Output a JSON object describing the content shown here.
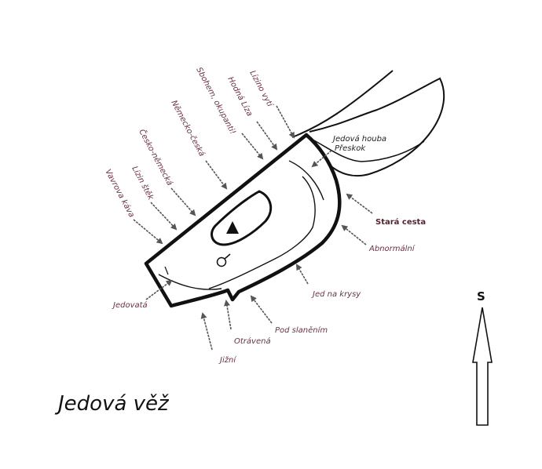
{
  "title": "Jedová věž",
  "north_label": "S",
  "routes": {
    "lizino_vyti": "Lízino vytí",
    "hodna_liza": "Hodná Líza",
    "sbohem_okupanti": "Sbohem, okupanti!",
    "nemecko_ceska": "Německo-česká",
    "cesko_nemecka": "Česko-německá",
    "lizin_stek": "Lízin štěk",
    "vavrova_kava": "Vavrova káva",
    "jedova_houba": "Jedová houba",
    "preskok": "Přeskok",
    "stara_cesta": "Stará cesta",
    "abnormalni": "Abnormální",
    "jed_na_krysy": "Jed na krysy",
    "pod_slanenim": "Pod slaněním",
    "otravena": "Otrávená",
    "jizni": "Jižní",
    "jedovata": "Jedovatá"
  },
  "symbols": {
    "summit": "triangle-summit-icon",
    "rappel": "rappel-ring-icon",
    "north_arrow": "north-arrow-icon"
  }
}
